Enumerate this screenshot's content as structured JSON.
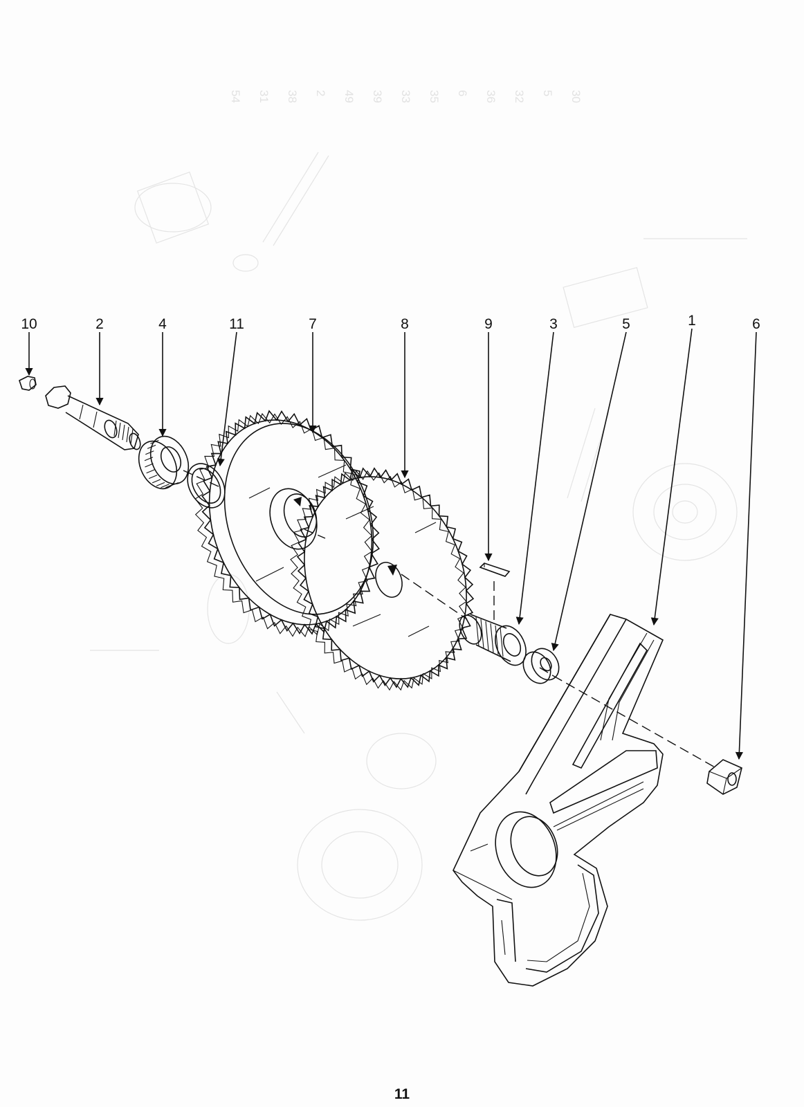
{
  "diagram": {
    "callouts": [
      {
        "id": "c10",
        "label": "10"
      },
      {
        "id": "c2",
        "label": "2"
      },
      {
        "id": "c4",
        "label": "4"
      },
      {
        "id": "c11",
        "label": "11"
      },
      {
        "id": "c7",
        "label": "7"
      },
      {
        "id": "c8",
        "label": "8"
      },
      {
        "id": "c9",
        "label": "9"
      },
      {
        "id": "c3",
        "label": "3"
      },
      {
        "id": "c5",
        "label": "5"
      },
      {
        "id": "c1",
        "label": "1"
      },
      {
        "id": "c6",
        "label": "6"
      }
    ],
    "ghost_numbers": [
      "54",
      "31",
      "38",
      "2",
      "49",
      "39",
      "33",
      "35",
      "6",
      "36",
      "32",
      "5",
      "30"
    ]
  },
  "page_number": "11"
}
